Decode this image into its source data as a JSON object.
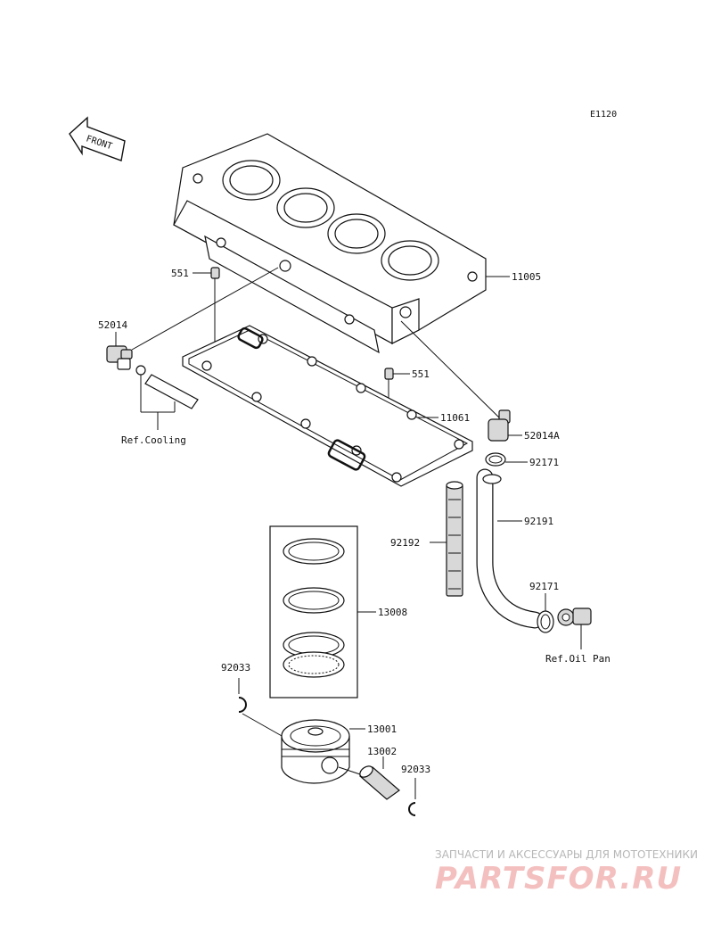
{
  "diagram_code": "E1120",
  "front_label": "FRONT",
  "parts": [
    {
      "id": "11005",
      "name": "cylinder-block"
    },
    {
      "id": "551",
      "name": "dowel-pin"
    },
    {
      "id": "52014",
      "name": "fitting"
    },
    {
      "id": "11061",
      "name": "gasket"
    },
    {
      "id": "52014A",
      "name": "fitting"
    },
    {
      "id": "92171",
      "name": "clamp"
    },
    {
      "id": "92191",
      "name": "hose"
    },
    {
      "id": "92192",
      "name": "tube"
    },
    {
      "id": "13008",
      "name": "piston-ring-set"
    },
    {
      "id": "92033",
      "name": "circlip"
    },
    {
      "id": "13001",
      "name": "piston"
    },
    {
      "id": "13002",
      "name": "piston-pin"
    }
  ],
  "labels": {
    "p11005": "11005",
    "p551a": "551",
    "p551b": "551",
    "p52014": "52014",
    "p11061": "11061",
    "p52014A": "52014A",
    "p92171a": "92171",
    "p92191": "92191",
    "p92192": "92192",
    "p92171b": "92171",
    "p13008": "13008",
    "p92033a": "92033",
    "p13001": "13001",
    "p13002": "13002",
    "p92033b": "92033",
    "ref_cooling": "Ref.Cooling",
    "ref_oil_pan": "Ref.Oil Pan"
  },
  "watermark": {
    "tagline": "ЗАПЧАСТИ И АКСЕССУАРЫ ДЛЯ МОТОТЕХНИКИ",
    "brand": "PARTSFOR.RU"
  }
}
